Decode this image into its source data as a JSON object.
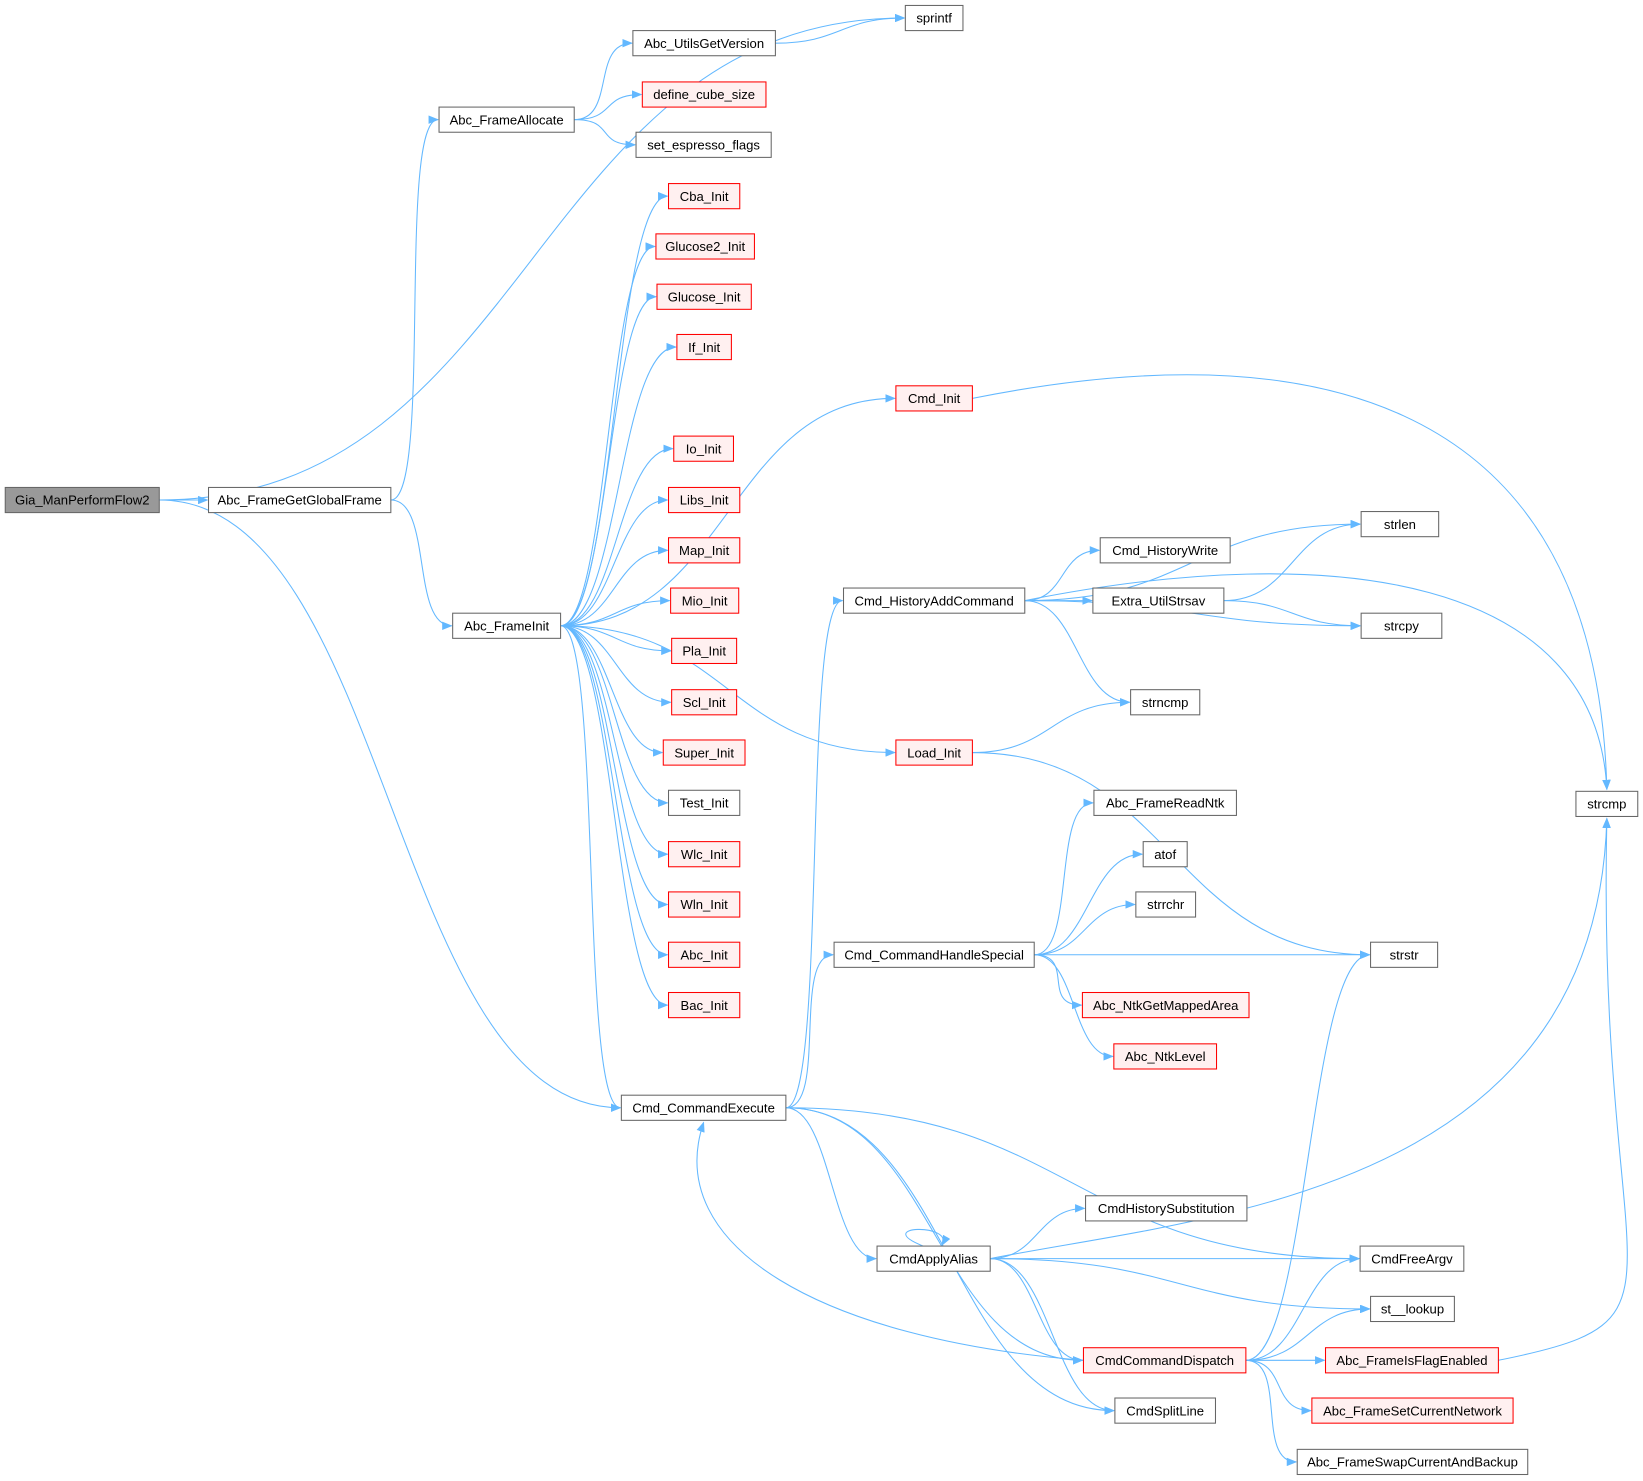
{
  "graph": {
    "colors": {
      "edge": "#63b8ff",
      "root_fill": "#999999",
      "root_stroke": "#666666",
      "normal_stroke": "#666666",
      "red_stroke": "#ff0000",
      "red_fill": "#fff0f0"
    },
    "nodes": [
      {
        "id": "Gia_ManPerformFlow2",
        "kind": "root"
      },
      {
        "id": "Abc_FrameGetGlobalFrame",
        "kind": "normal"
      },
      {
        "id": "Abc_FrameAllocate",
        "kind": "normal"
      },
      {
        "id": "sprintf",
        "kind": "normal"
      },
      {
        "id": "Abc_UtilsGetVersion",
        "kind": "normal"
      },
      {
        "id": "define_cube_size",
        "kind": "red"
      },
      {
        "id": "set_espresso_flags",
        "kind": "normal"
      },
      {
        "id": "Cba_Init",
        "kind": "red"
      },
      {
        "id": "Glucose2_Init",
        "kind": "red"
      },
      {
        "id": "Glucose_Init",
        "kind": "red"
      },
      {
        "id": "If_Init",
        "kind": "red"
      },
      {
        "id": "Cmd_Init",
        "kind": "red"
      },
      {
        "id": "Io_Init",
        "kind": "red"
      },
      {
        "id": "Libs_Init",
        "kind": "red"
      },
      {
        "id": "Map_Init",
        "kind": "red"
      },
      {
        "id": "Mio_Init",
        "kind": "red"
      },
      {
        "id": "Pla_Init",
        "kind": "red"
      },
      {
        "id": "Scl_Init",
        "kind": "red"
      },
      {
        "id": "Super_Init",
        "kind": "red"
      },
      {
        "id": "Test_Init",
        "kind": "normal"
      },
      {
        "id": "Wlc_Init",
        "kind": "red"
      },
      {
        "id": "Wln_Init",
        "kind": "red"
      },
      {
        "id": "Abc_Init",
        "kind": "red"
      },
      {
        "id": "Bac_Init",
        "kind": "red"
      },
      {
        "id": "Abc_FrameInit",
        "kind": "normal"
      },
      {
        "id": "Cmd_CommandExecute",
        "kind": "normal"
      },
      {
        "id": "Cmd_HistoryAddCommand",
        "kind": "normal"
      },
      {
        "id": "Load_Init",
        "kind": "red"
      },
      {
        "id": "Cmd_CommandHandleSpecial",
        "kind": "normal"
      },
      {
        "id": "CmdApplyAlias",
        "kind": "normal"
      },
      {
        "id": "CmdCommandDispatch",
        "kind": "red"
      },
      {
        "id": "CmdSplitLine",
        "kind": "normal"
      },
      {
        "id": "strcmp",
        "kind": "normal"
      },
      {
        "id": "strlen",
        "kind": "normal"
      },
      {
        "id": "Cmd_HistoryWrite",
        "kind": "normal"
      },
      {
        "id": "Extra_UtilStrsav",
        "kind": "normal"
      },
      {
        "id": "strcpy",
        "kind": "normal"
      },
      {
        "id": "strncmp",
        "kind": "normal"
      },
      {
        "id": "Abc_FrameReadNtk",
        "kind": "normal"
      },
      {
        "id": "atof",
        "kind": "normal"
      },
      {
        "id": "strrchr",
        "kind": "normal"
      },
      {
        "id": "strstr",
        "kind": "normal"
      },
      {
        "id": "Abc_NtkGetMappedArea",
        "kind": "red"
      },
      {
        "id": "Abc_NtkLevel",
        "kind": "red"
      },
      {
        "id": "CmdHistorySubstitution",
        "kind": "normal"
      },
      {
        "id": "CmdFreeArgv",
        "kind": "normal"
      },
      {
        "id": "st__lookup",
        "kind": "normal"
      },
      {
        "id": "Abc_FrameIsFlagEnabled",
        "kind": "red"
      },
      {
        "id": "Abc_FrameSetCurrentNetwork",
        "kind": "red"
      },
      {
        "id": "Abc_FrameSwapCurrentAndBackup",
        "kind": "normal"
      }
    ],
    "edges": [
      [
        "Gia_ManPerformFlow2",
        "sprintf"
      ],
      [
        "Gia_ManPerformFlow2",
        "Abc_FrameGetGlobalFrame"
      ],
      [
        "Gia_ManPerformFlow2",
        "Cmd_CommandExecute"
      ],
      [
        "Abc_FrameGetGlobalFrame",
        "Abc_FrameAllocate"
      ],
      [
        "Abc_FrameGetGlobalFrame",
        "Abc_FrameInit"
      ],
      [
        "Abc_FrameAllocate",
        "Abc_UtilsGetVersion"
      ],
      [
        "Abc_FrameAllocate",
        "define_cube_size"
      ],
      [
        "Abc_FrameAllocate",
        "set_espresso_flags"
      ],
      [
        "Abc_UtilsGetVersion",
        "sprintf"
      ],
      [
        "Abc_FrameInit",
        "Cba_Init"
      ],
      [
        "Abc_FrameInit",
        "Glucose2_Init"
      ],
      [
        "Abc_FrameInit",
        "Glucose_Init"
      ],
      [
        "Abc_FrameInit",
        "If_Init"
      ],
      [
        "Abc_FrameInit",
        "Cmd_Init"
      ],
      [
        "Abc_FrameInit",
        "Io_Init"
      ],
      [
        "Abc_FrameInit",
        "Libs_Init"
      ],
      [
        "Abc_FrameInit",
        "Map_Init"
      ],
      [
        "Abc_FrameInit",
        "Mio_Init"
      ],
      [
        "Abc_FrameInit",
        "Pla_Init"
      ],
      [
        "Abc_FrameInit",
        "Scl_Init"
      ],
      [
        "Abc_FrameInit",
        "Super_Init"
      ],
      [
        "Abc_FrameInit",
        "Test_Init"
      ],
      [
        "Abc_FrameInit",
        "Wlc_Init"
      ],
      [
        "Abc_FrameInit",
        "Wln_Init"
      ],
      [
        "Abc_FrameInit",
        "Abc_Init"
      ],
      [
        "Abc_FrameInit",
        "Bac_Init"
      ],
      [
        "Abc_FrameInit",
        "Load_Init"
      ],
      [
        "Abc_FrameInit",
        "Cmd_CommandExecute"
      ],
      [
        "Cmd_Init",
        "strcmp"
      ],
      [
        "Cmd_CommandExecute",
        "Cmd_HistoryAddCommand"
      ],
      [
        "Cmd_CommandExecute",
        "Cmd_CommandHandleSpecial"
      ],
      [
        "Cmd_CommandExecute",
        "CmdApplyAlias"
      ],
      [
        "Cmd_CommandExecute",
        "CmdCommandDispatch"
      ],
      [
        "Cmd_CommandExecute",
        "CmdFreeArgv"
      ],
      [
        "Cmd_CommandExecute",
        "CmdSplitLine"
      ],
      [
        "Cmd_HistoryAddCommand",
        "strcmp"
      ],
      [
        "Cmd_HistoryAddCommand",
        "strlen"
      ],
      [
        "Cmd_HistoryAddCommand",
        "Cmd_HistoryWrite"
      ],
      [
        "Cmd_HistoryAddCommand",
        "Extra_UtilStrsav"
      ],
      [
        "Cmd_HistoryAddCommand",
        "strcpy"
      ],
      [
        "Cmd_HistoryAddCommand",
        "strncmp"
      ],
      [
        "Extra_UtilStrsav",
        "strlen"
      ],
      [
        "Extra_UtilStrsav",
        "strcpy"
      ],
      [
        "Load_Init",
        "strncmp"
      ],
      [
        "Load_Init",
        "strstr"
      ],
      [
        "Cmd_CommandHandleSpecial",
        "Abc_FrameReadNtk"
      ],
      [
        "Cmd_CommandHandleSpecial",
        "atof"
      ],
      [
        "Cmd_CommandHandleSpecial",
        "strrchr"
      ],
      [
        "Cmd_CommandHandleSpecial",
        "strstr"
      ],
      [
        "Cmd_CommandHandleSpecial",
        "Abc_NtkGetMappedArea"
      ],
      [
        "Cmd_CommandHandleSpecial",
        "Abc_NtkLevel"
      ],
      [
        "CmdApplyAlias",
        "CmdApplyAlias"
      ],
      [
        "CmdApplyAlias",
        "strcmp"
      ],
      [
        "CmdApplyAlias",
        "CmdHistorySubstitution"
      ],
      [
        "CmdApplyAlias",
        "CmdFreeArgv"
      ],
      [
        "CmdApplyAlias",
        "st__lookup"
      ],
      [
        "CmdApplyAlias",
        "CmdCommandDispatch"
      ],
      [
        "CmdApplyAlias",
        "CmdSplitLine"
      ],
      [
        "CmdCommandDispatch",
        "Cmd_CommandExecute"
      ],
      [
        "CmdCommandDispatch",
        "strstr"
      ],
      [
        "CmdCommandDispatch",
        "CmdFreeArgv"
      ],
      [
        "CmdCommandDispatch",
        "st__lookup"
      ],
      [
        "CmdCommandDispatch",
        "Abc_FrameIsFlagEnabled"
      ],
      [
        "CmdCommandDispatch",
        "Abc_FrameSetCurrentNetwork"
      ],
      [
        "CmdCommandDispatch",
        "Abc_FrameSwapCurrentAndBackup"
      ],
      [
        "Abc_FrameIsFlagEnabled",
        "strcmp"
      ]
    ]
  }
}
